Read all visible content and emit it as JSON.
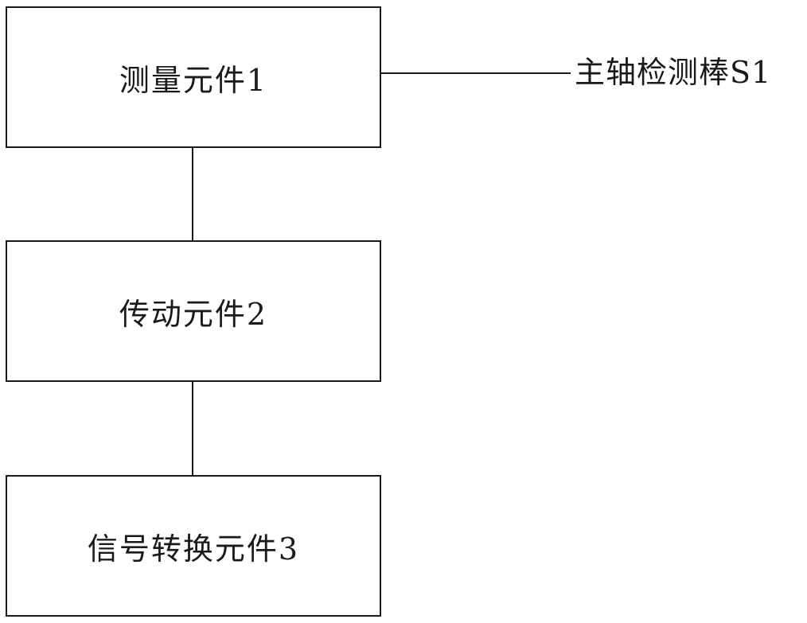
{
  "diagram": {
    "nodes": [
      {
        "id": "1",
        "label": "测量元件1"
      },
      {
        "id": "2",
        "label": "传动元件2"
      },
      {
        "id": "3",
        "label": "信号转换元件3"
      }
    ],
    "external_label": "主轴检测棒S1",
    "edges": [
      {
        "from": "测量元件1",
        "to": "传动元件2"
      },
      {
        "from": "传动元件2",
        "to": "信号转换元件3"
      },
      {
        "from": "测量元件1",
        "to": "主轴检测棒S1"
      }
    ],
    "colors": {
      "line": "#1a1a1a",
      "background": "#ffffff"
    }
  }
}
